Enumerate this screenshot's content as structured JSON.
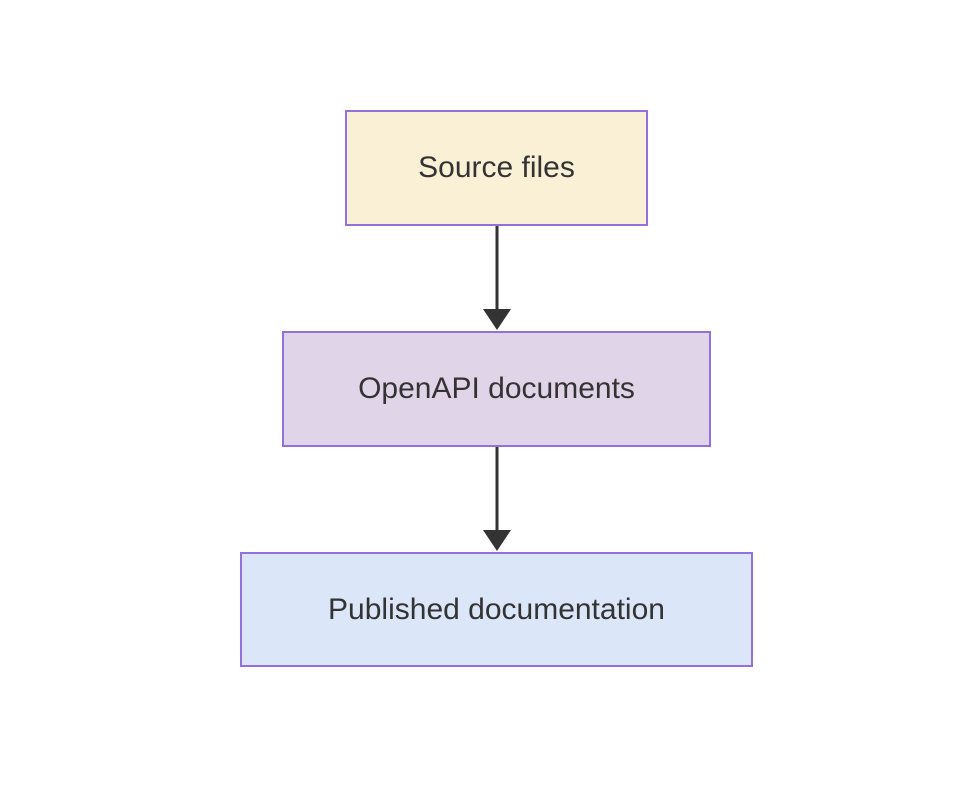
{
  "diagram": {
    "type": "flowchart",
    "direction": "top-down",
    "nodes": [
      {
        "id": "source",
        "label": "Source files",
        "fill": "#faf0d5"
      },
      {
        "id": "openapi",
        "label": "OpenAPI documents",
        "fill": "#e0d5e8"
      },
      {
        "id": "published",
        "label": "Published documentation",
        "fill": "#dbe6f8"
      }
    ],
    "edges": [
      {
        "from": "Source files",
        "to": "OpenAPI documents",
        "style": "arrow"
      },
      {
        "from": "OpenAPI documents",
        "to": "Published documentation",
        "style": "arrow"
      }
    ]
  },
  "colors": {
    "node-border": "#9370db",
    "source-fill": "#faf0d5",
    "openapi-fill": "#e0d5e8",
    "published-fill": "#dbe6f8",
    "edge": "#333333",
    "text": "#333333",
    "canvas-bg": "#ffffff"
  }
}
